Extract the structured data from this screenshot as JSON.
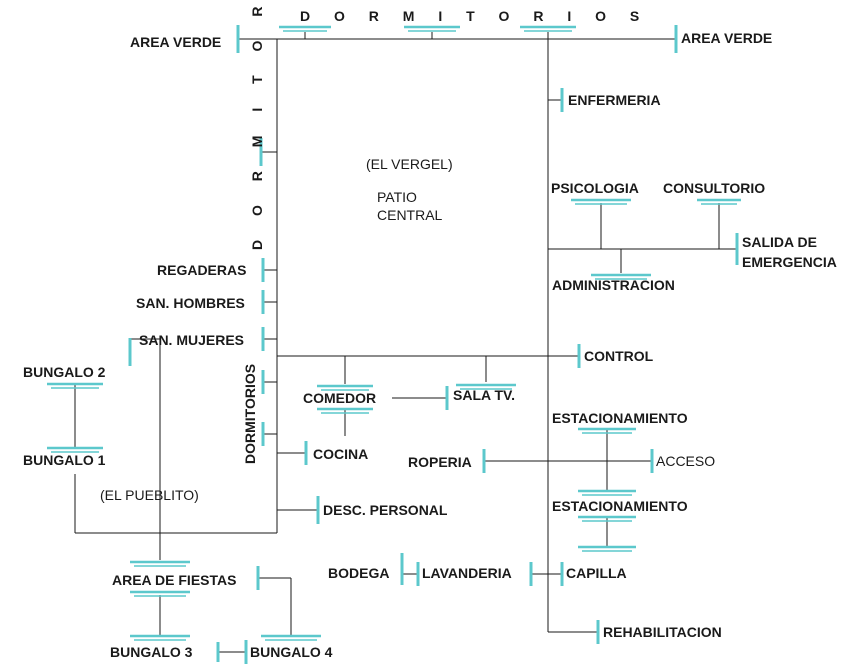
{
  "labels": {
    "dorm_top": "D O R M I T O R I O S",
    "area_verde_left": "AREA VERDE",
    "area_verde_right": "AREA VERDE",
    "dorm_vertical": "D O R M I T O R I O S",
    "enfermeria": "ENFERMERIA",
    "el_vergel": "(EL VERGEL)",
    "patio": "PATIO",
    "central": "CENTRAL",
    "psicologia": "PSICOLOGIA",
    "consultorio": "CONSULTORIO",
    "salida_1": "SALIDA DE",
    "salida_2": "EMERGENCIA",
    "administracion": "ADMINISTRACION",
    "regaderas": "REGADERAS",
    "san_hombres": "SAN. HOMBRES",
    "san_mujeres": "SAN. MUJERES",
    "control": "CONTROL",
    "bungalo2": "BUNGALO 2",
    "dormitorios_vert": "DORMITORIOS",
    "comedor": "COMEDOR",
    "sala_tv": "SALA TV.",
    "estacionamiento_1": "ESTACIONAMIENTO",
    "roperia": "ROPERIA",
    "acceso": "ACCESO",
    "bungalo1": "BUNGALO 1",
    "cocina": "COCINA",
    "el_pueblito": "(EL PUEBLITO)",
    "estacionamiento_2": "ESTACIONAMIENTO",
    "desc_personal": "DESC. PERSONAL",
    "bodega": "BODEGA",
    "lavanderia": "LAVANDERIA",
    "capilla": "CAPILLA",
    "area_fiestas": "AREA DE FIESTAS",
    "rehabilitacion": "REHABILITACION",
    "bungalo3": "BUNGALO 3",
    "bungalo4": "BUNGALO 4"
  },
  "colors": {
    "line": "#1a1a1a",
    "door": "#5cc8cc",
    "text": "#1a1a1a"
  }
}
